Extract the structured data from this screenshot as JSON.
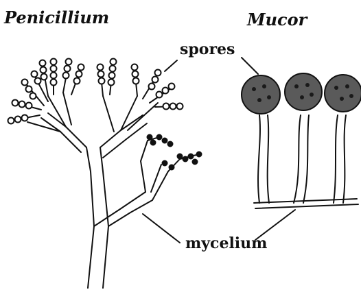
{
  "labels": {
    "penicillium": "Penicillium",
    "mucor": "Mucor",
    "spores": "spores",
    "mycelium": "mycelium"
  },
  "colors": {
    "ink": "#111111",
    "sporangium_fill": "#5a5a5a"
  }
}
